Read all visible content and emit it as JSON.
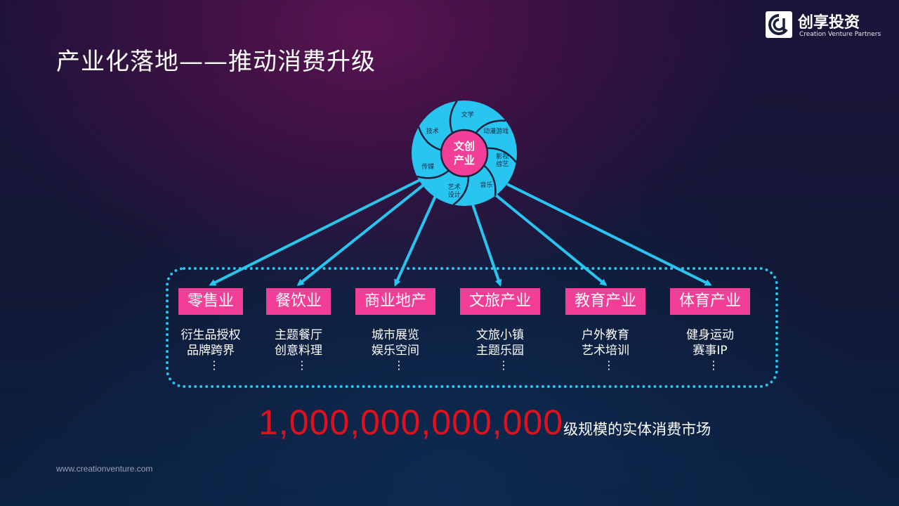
{
  "slide": {
    "title": "产业化落地——推动消费升级",
    "website": "www.creationventure.com"
  },
  "logo": {
    "name": "创享投资",
    "subtitle": "Creation Venture Partners"
  },
  "colors": {
    "accent_pink": "#f23e96",
    "wheel_cyan": "#27c5ef",
    "market_red": "#e0111c"
  },
  "wheel": {
    "center_line1": "文创",
    "center_line2": "产业",
    "segments": [
      {
        "line1": "文学",
        "line2": ""
      },
      {
        "line1": "动漫游戏",
        "line2": ""
      },
      {
        "line1": "影视",
        "line2": "综艺"
      },
      {
        "line1": "音乐",
        "line2": ""
      },
      {
        "line1": "艺术",
        "line2": "设计"
      },
      {
        "line1": "传媒",
        "line2": ""
      },
      {
        "line1": "技术",
        "line2": ""
      }
    ]
  },
  "industries": [
    {
      "label": "零售业",
      "items": [
        "衍生品授权",
        "品牌跨界"
      ],
      "more": "⋮"
    },
    {
      "label": "餐饮业",
      "items": [
        "主题餐厅",
        "创意料理"
      ],
      "more": "⋮"
    },
    {
      "label": "商业地产",
      "items": [
        "城市展览",
        "娱乐空间"
      ],
      "more": "⋮"
    },
    {
      "label": "文旅产业",
      "items": [
        "文旅小镇",
        "主题乐园"
      ],
      "more": "⋮"
    },
    {
      "label": "教育产业",
      "items": [
        "户外教育",
        "艺术培训"
      ],
      "more": "⋮"
    },
    {
      "label": "体育产业",
      "items": [
        "健身运动",
        "赛事IP"
      ],
      "more": "⋮"
    }
  ],
  "market": {
    "number": "1,000,000,000,000",
    "description": "级规模的实体消费市场"
  }
}
